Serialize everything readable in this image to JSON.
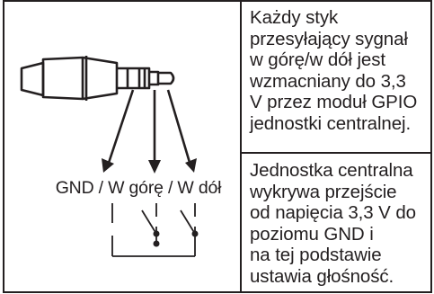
{
  "diagram": {
    "plug_label": "GND / W górę / W dół",
    "description_cell_1": [
      "Każdy styk",
      "przesyłający sygnał",
      "w górę/w dół jest",
      "wzmacniany do 3,3",
      "V przez moduł GPIO",
      "jednostki centralnej."
    ],
    "description_cell_2": [
      "Jednostka centralna",
      "wykrywa przejście",
      "od napięcia 3,3 V do",
      "poziomu GND i",
      "na tej podstawie",
      "ustawia głośność."
    ]
  }
}
